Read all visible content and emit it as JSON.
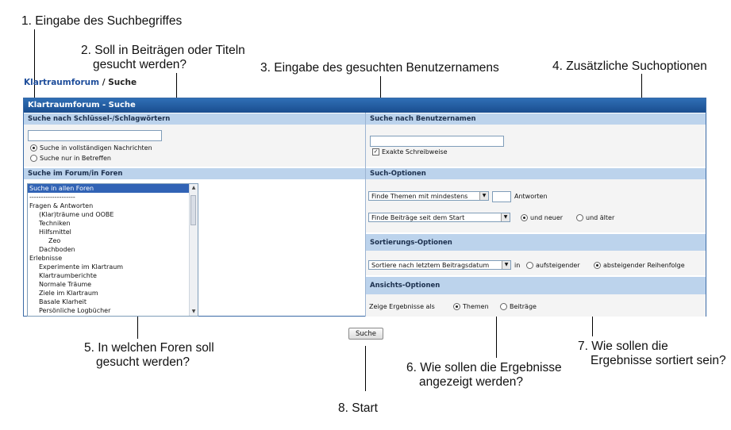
{
  "annotations": {
    "a1": "1. Eingabe des Suchbegriffes",
    "a2_line1": "2. Soll in Beiträgen oder Titeln",
    "a2_line2": "gesucht werden?",
    "a3": "3. Eingabe des gesuchten Benutzernamens",
    "a4": "4. Zusätzliche Suchoptionen",
    "a5_line1": "5. In welchen Foren soll",
    "a5_line2": "gesucht werden?",
    "a6_line1": "6. Wie sollen die Ergebnisse",
    "a6_line2": "angezeigt werden?",
    "a7_line1": "7. Wie sollen die",
    "a7_line2": "Ergebnisse sortiert sein?",
    "a8": "8. Start"
  },
  "breadcrumb": {
    "forum": "Klartraumforum",
    "sep": " / ",
    "page": "Suche"
  },
  "panel": {
    "title": "Klartraumforum - Suche",
    "keywords": {
      "header": "Suche nach Schlüssel-/Schlagwörtern",
      "value": "",
      "opt_full": "Suche in vollständigen Nachrichten",
      "opt_subject": "Suche nur in Betreffen"
    },
    "username": {
      "header": "Suche nach Benutzernamen",
      "value": "",
      "exact": "Exakte Schreibweise"
    },
    "forums": {
      "header": "Suche im Forum/in Foren",
      "options": [
        "Suche in allen Foren",
        "--------------------",
        "Fragen & Antworten",
        "(Klar)träume und OOBE",
        "Techniken",
        "Hilfsmittel",
        "Zeo",
        "Dachboden",
        "Erlebnisse",
        "Experimente im Klartraum",
        "Klartraumberichte",
        "Normale Träume",
        "Ziele im Klartraum",
        "Basale Klarheit",
        "Persönliche Logbücher"
      ]
    },
    "search_options": {
      "header": "Such-Optionen",
      "find_threads": "Finde Themen mit mindestens",
      "answers_value": "",
      "answers_label": "Antworten",
      "find_posts": "Finde Beiträge seit dem Start",
      "newer": "und neuer",
      "older": "und älter"
    },
    "sort_options": {
      "header": "Sortierungs-Optionen",
      "sort_by": "Sortiere nach letztem Beitragsdatum",
      "in": "in",
      "asc": "aufsteigender",
      "desc": "absteigender Reihenfolge"
    },
    "view_options": {
      "header": "Ansichts-Optionen",
      "show_as": "Zeige Ergebnisse als",
      "threads": "Themen",
      "posts": "Beiträge"
    }
  },
  "submit": "Suche"
}
